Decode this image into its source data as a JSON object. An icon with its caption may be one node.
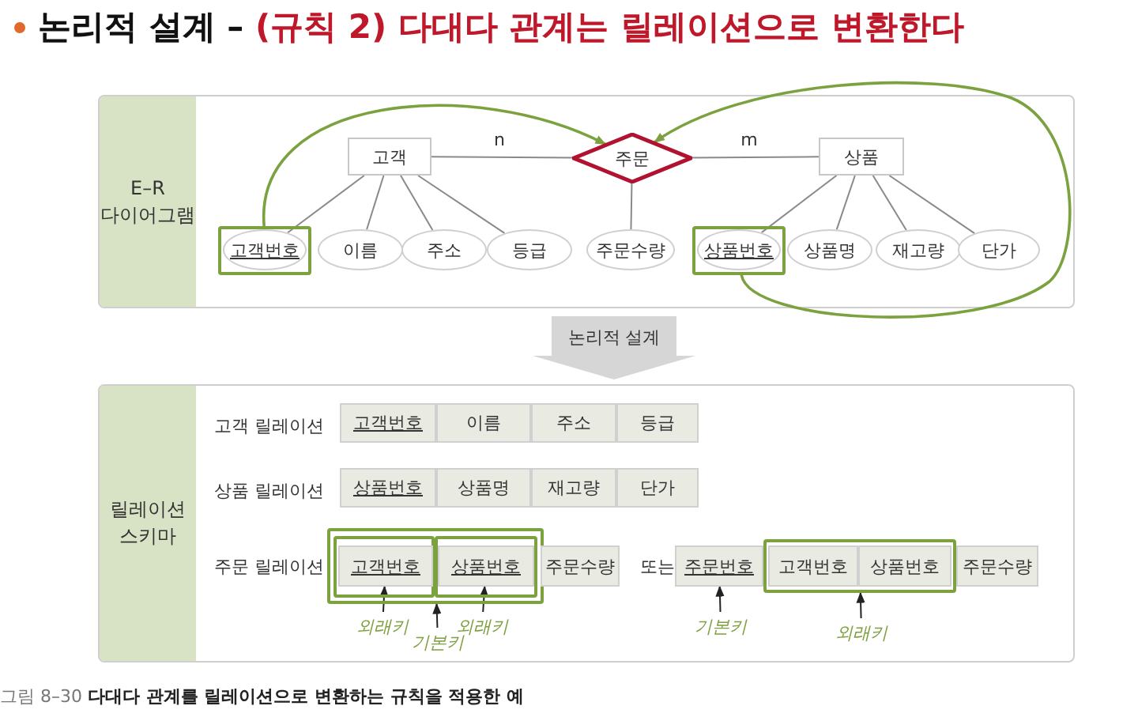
{
  "diagram": {
    "title": "논리적 설계 – **(규칙 2) 다대다 관계는 릴레이션으로 변환한다**",
    "caption": "그림 8–30 **다대다 관계를 릴레이션으로 변환하는 규칙을 적용한 예**",
    "nodes": [
      {
        "text": [
          "E–R 다이어그램"
        ]
      },
      {
        "text": [
          "고객"
        ],
        "in": 0
      },
      {
        "text": [
          "주문"
        ],
        "in": 0
      },
      {
        "text": [
          "상품"
        ],
        "in": 0
      },
      {
        "text": [],
        "shape": "box",
        "in": 0
      },
      {
        "text": [
          "고객번호"
        ],
        "in": 4
      },
      {
        "text": [
          "이름"
        ],
        "in": 0
      },
      {
        "text": [
          "주소"
        ],
        "in": 0
      },
      {
        "text": [
          "등급"
        ],
        "in": 0
      },
      {
        "text": [
          "주문수량"
        ],
        "in": 0
      },
      {
        "text": [],
        "shape": "box",
        "in": 0
      },
      {
        "text": [
          "상품번호"
        ],
        "in": 10
      },
      {
        "text": [
          "상품명"
        ],
        "in": 0
      },
      {
        "text": [
          "재고량"
        ],
        "in": 0
      },
      {
        "text": [
          "단가"
        ],
        "in": 0
      },
      {
        "text": [
          "논리적 설계"
        ]
      },
      {
        "text": [
          "릴레이션 스키마"
        ]
      },
      {
        "text": [
          "고객번호"
        ],
        "in": 16
      },
      {
        "text": [
          "이름"
        ],
        "in": 16
      },
      {
        "text": [
          "주소"
        ],
        "in": 16
      },
      {
        "text": [
          "등급"
        ],
        "in": 16
      },
      {
        "text": [
          "상품번호"
        ],
        "in": 16
      },
      {
        "text": [
          "상품명"
        ],
        "in": 16
      },
      {
        "text": [
          "재고량"
        ],
        "in": 16
      },
      {
        "text": [
          "단가"
        ],
        "in": 16
      },
      {
        "text": [],
        "shape": "box",
        "in": 16
      },
      {
        "text": [],
        "shape": "box",
        "in": 25
      },
      {
        "text": [
          "고객번호"
        ],
        "in": 26
      },
      {
        "text": [],
        "shape": "box",
        "in": 25
      },
      {
        "text": [
          "상품번호"
        ],
        "in": 28
      },
      {
        "text": [
          "주문수량"
        ],
        "in": 16
      },
      {
        "text": [
          "주문번호"
        ],
        "in": 16
      },
      {
        "text": [],
        "shape": "box",
        "in": 16
      },
      {
        "text": [
          "고객번호"
        ],
        "in": 32
      },
      {
        "text": [
          "상품번호"
        ],
        "in": 32
      },
      {
        "text": [
          "주문수량"
        ],
        "in": 16
      },
      {
        "text": [
          "외래키"
        ],
        "in": 16
      },
      {
        "text": [
          "기본키"
        ],
        "in": 16
      },
      {
        "text": [
          "외래키"
        ],
        "in": 16
      },
      {
        "text": [
          "기본키"
        ],
        "in": 16
      },
      {
        "text": [
          "외래키"
        ],
        "in": 16
      }
    ],
    "edges": [
      {
        "from": 1,
        "to": 2,
        "arrow": "none",
        "label": "n"
      },
      {
        "from": 2,
        "to": 3,
        "arrow": "none",
        "label": "m"
      },
      {
        "from": 1,
        "to": 5,
        "arrow": "none"
      },
      {
        "from": 1,
        "to": 6,
        "arrow": "none"
      },
      {
        "from": 1,
        "to": 7,
        "arrow": "none"
      },
      {
        "from": 1,
        "to": 8,
        "arrow": "none"
      },
      {
        "from": 2,
        "to": 9,
        "arrow": "none"
      },
      {
        "from": 3,
        "to": 11,
        "arrow": "none"
      },
      {
        "from": 3,
        "to": 12,
        "arrow": "none"
      },
      {
        "from": 3,
        "to": 13,
        "arrow": "none"
      },
      {
        "from": 3,
        "to": 14,
        "arrow": "none"
      },
      {
        "from": 4,
        "to": 2,
        "arrow": "to",
        "color": "#7ba23f"
      },
      {
        "from": 10,
        "to": 2,
        "arrow": "to",
        "color": "#7ba23f"
      },
      {
        "from": 36,
        "to": 27,
        "arrow": "to",
        "color": "#222222"
      },
      {
        "from": 37,
        "to": 25,
        "arrow": "to",
        "color": "#222222"
      },
      {
        "from": 38,
        "to": 29,
        "arrow": "to",
        "color": "#222222"
      },
      {
        "from": 39,
        "to": 31,
        "arrow": "to",
        "color": "#222222"
      },
      {
        "from": 40,
        "to": 32,
        "arrow": "to",
        "color": "#222222"
      }
    ],
    "labels": [
      "고객 릴레이션",
      "상품 릴레이션",
      "주문 릴레이션",
      "또는"
    ]
  }
}
